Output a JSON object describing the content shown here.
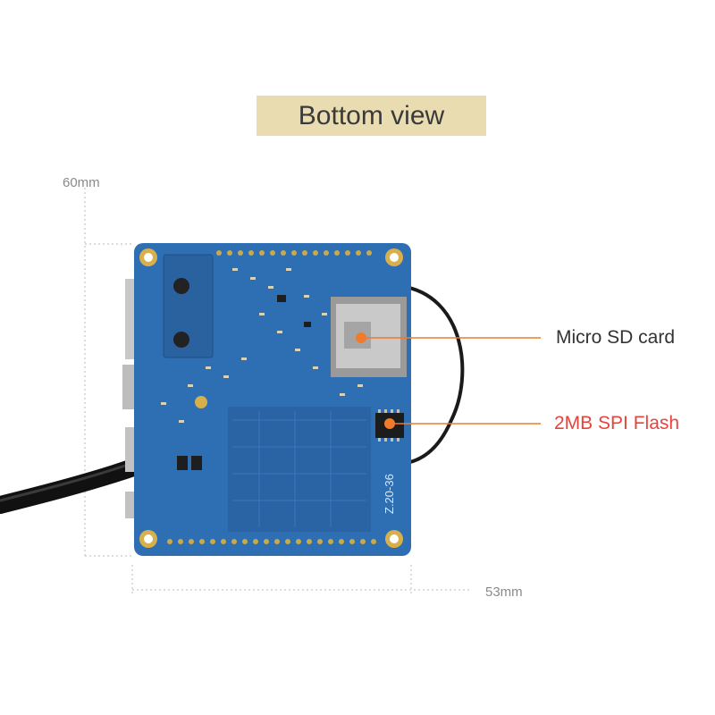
{
  "title": "Bottom view",
  "dimensions": {
    "height": "60mm",
    "width": "53mm"
  },
  "callouts": [
    {
      "label": "Micro SD card",
      "color": "#333333"
    },
    {
      "label": "2MB SPI Flash",
      "color": "#e8433a"
    }
  ],
  "board_silkscreen": "Z.20-36",
  "colors": {
    "pcb": "#2e6fb3",
    "pcb_dark": "#1f4f86",
    "pointer": "#f07b2a",
    "title_bg": "#e8dcb0"
  }
}
